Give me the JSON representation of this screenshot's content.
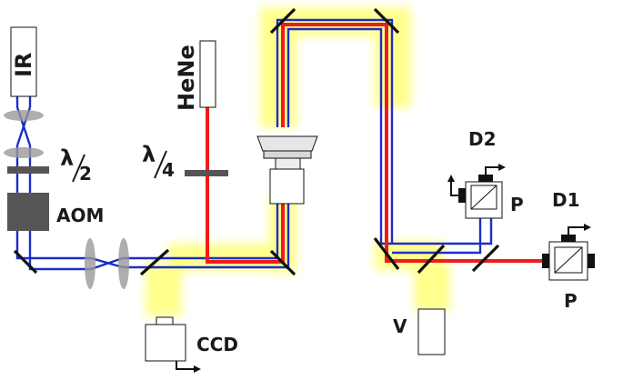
{
  "labels": {
    "ir": "IR",
    "hene": "HeNe",
    "half_wave_num": "λ",
    "half_wave_den": "2",
    "quarter_wave_num": "λ",
    "quarter_wave_den": "4",
    "aom": "AOM",
    "ccd": "CCD",
    "v": "V",
    "d1": "D1",
    "d2": "D2",
    "p1": "P",
    "p2": "P"
  },
  "colors": {
    "ir_beam": "#1c2ec8",
    "hene_beam": "#ee1c1c",
    "glow": "#ffff66",
    "mirror": "#111111",
    "optic_gray": "#9a9a9a",
    "plate": "#555555",
    "aom_box": "#555555"
  }
}
